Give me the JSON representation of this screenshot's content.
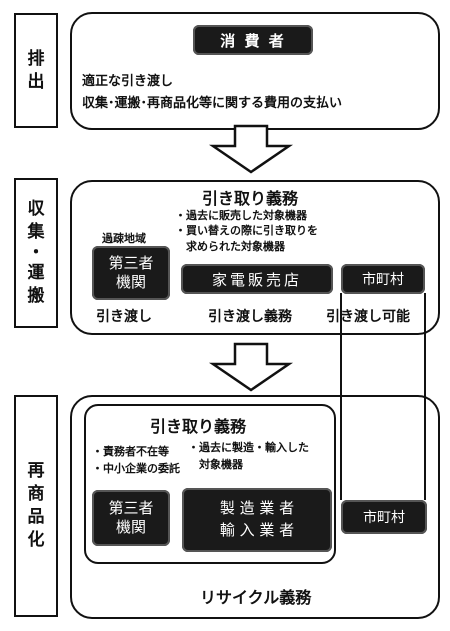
{
  "stages": {
    "discharge": [
      "排",
      "出"
    ],
    "collection": [
      "収",
      "集",
      "・",
      "運",
      "搬"
    ],
    "recycling": [
      "再",
      "商",
      "品",
      "化"
    ]
  },
  "consumer": {
    "label": "消 費 者",
    "duty1": "適正な引き渡し",
    "duty2": "収集･運搬･再商品化等に関する費用の支払い"
  },
  "collection": {
    "title": "引き取り義務",
    "retailer_note": "・過去に販売した対象機器\n・買い替えの際に引き取りを\n　求められた対象機器",
    "depopulated": "過疎地域",
    "third_party": "第三者\n機関",
    "retailer": "家電販売店",
    "municipality": "市町村",
    "label_hand_over": "引き渡し",
    "label_hand_over_duty": "引き渡し義務",
    "label_hand_over_possible": "引き渡し可能"
  },
  "recycling": {
    "title": "引き取り義務",
    "third_party_note": "・責務者不在等\n・中小企業の委託",
    "maker_note": "・過去に製造・輸入した\n　対象機器",
    "third_party": "第三者\n機関",
    "makers": "製 造 業 者\n輸 入 業 者",
    "municipality": "市町村",
    "footer": "リサイクル義務"
  },
  "colors": {
    "ink": "#111111",
    "dark_box": "#1a1a1a",
    "background": "#ffffff"
  }
}
